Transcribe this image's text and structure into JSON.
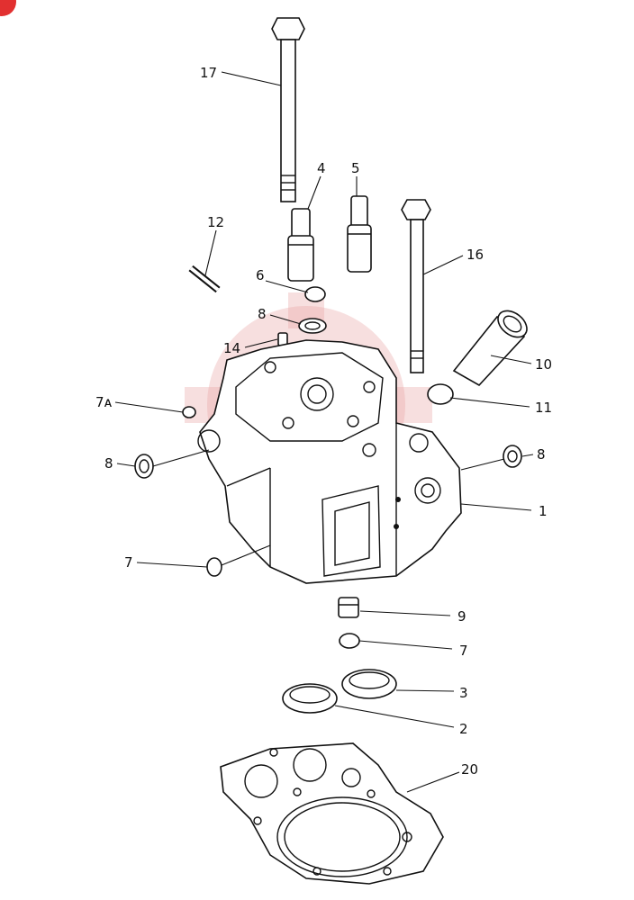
{
  "diagram": {
    "callouts": [
      {
        "id": "17",
        "label": "17"
      },
      {
        "id": "4",
        "label": "4"
      },
      {
        "id": "5",
        "label": "5"
      },
      {
        "id": "12",
        "label": "12"
      },
      {
        "id": "16",
        "label": "16"
      },
      {
        "id": "6",
        "label": "6"
      },
      {
        "id": "8-top",
        "label": "8"
      },
      {
        "id": "14",
        "label": "14"
      },
      {
        "id": "10",
        "label": "10"
      },
      {
        "id": "7a",
        "label": "7ᴀ"
      },
      {
        "id": "11",
        "label": "11"
      },
      {
        "id": "8-left",
        "label": "8"
      },
      {
        "id": "8-right",
        "label": "8"
      },
      {
        "id": "1",
        "label": "1"
      },
      {
        "id": "7-left",
        "label": "7"
      },
      {
        "id": "9",
        "label": "9"
      },
      {
        "id": "7-bottom",
        "label": "7"
      },
      {
        "id": "3",
        "label": "3"
      },
      {
        "id": "2",
        "label": "2"
      },
      {
        "id": "20",
        "label": "20"
      }
    ],
    "watermark_color": "#e05a5a"
  }
}
